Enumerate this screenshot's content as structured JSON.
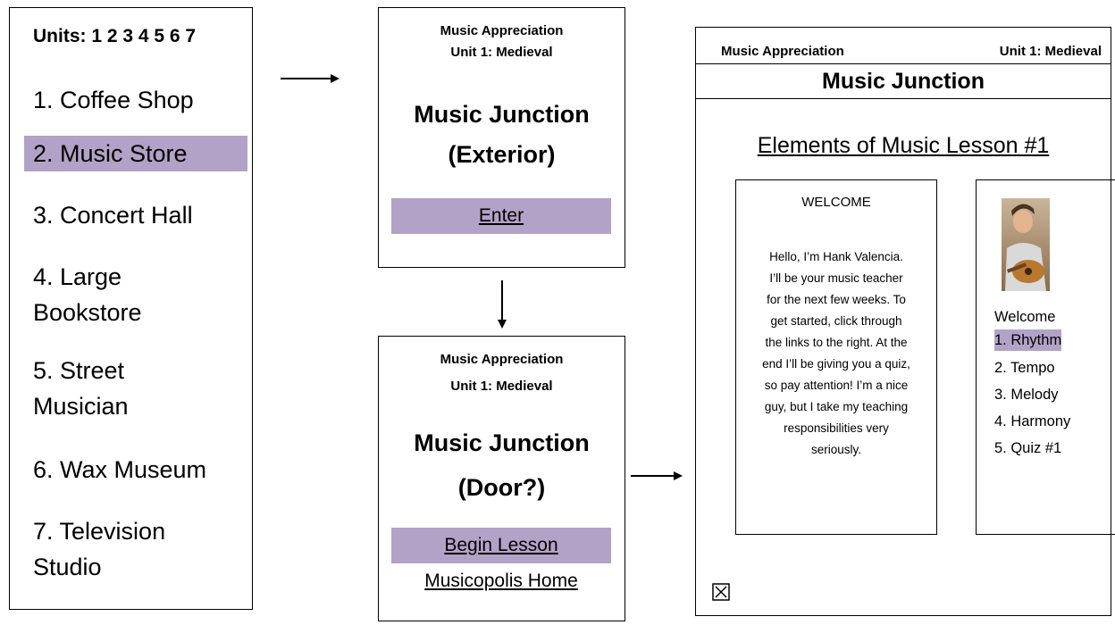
{
  "units_panel": {
    "header": "Units: 1 2 3 4 5 6 7",
    "items": [
      {
        "label": "1. Coffee Shop",
        "highlighted": false
      },
      {
        "label": "2. Music Store",
        "highlighted": true
      },
      {
        "label": "3. Concert Hall",
        "highlighted": false
      },
      {
        "label_line1": "4. Large",
        "label_line2": "Bookstore",
        "highlighted": false
      },
      {
        "label_line1": "5. Street",
        "label_line2": "Musician",
        "highlighted": false
      },
      {
        "label": "6. Wax Museum",
        "highlighted": false
      },
      {
        "label_line1": "7. Television",
        "label_line2": "Studio",
        "highlighted": false
      }
    ]
  },
  "exterior_screen": {
    "course": "Music Appreciation",
    "unit": "Unit 1: Medieval",
    "title_line1": "Music Junction",
    "title_line2": "(Exterior)",
    "enter_link": "Enter"
  },
  "door_screen": {
    "course": "Music Appreciation",
    "unit": "Unit 1: Medieval",
    "title_line1": "Music Junction",
    "title_line2": "(Door?)",
    "begin_link": "Begin Lesson",
    "home_link": "Musicopolis Home"
  },
  "lesson_screen": {
    "course": "Music Appreciation",
    "unit": "Unit 1: Medieval",
    "location": "Music Junction",
    "lesson_title": "Elements of Music Lesson #1",
    "welcome_heading": "WELCOME",
    "welcome_lines": [
      "Hello, I’m Hank Valencia.",
      "I’ll be your music teacher",
      "for the next few weeks.  To",
      "get started, click through",
      "the links to the right. At the",
      "end I’ll be giving you a quiz,",
      "so pay attention! I’m a nice",
      "guy, but I take my teaching",
      "responsibilities very",
      "seriously."
    ],
    "links": [
      {
        "label": "Welcome",
        "highlighted": false
      },
      {
        "label": "1. Rhythm",
        "highlighted": true
      },
      {
        "label": "2. Tempo",
        "highlighted": false
      },
      {
        "label": "3. Melody",
        "highlighted": false
      },
      {
        "label": "4. Harmony",
        "highlighted": false
      },
      {
        "label": "5. Quiz #1",
        "highlighted": false
      }
    ],
    "photo_icon": "teacher-photo",
    "close_icon": "close-box-icon"
  },
  "colors": {
    "highlight": "#b3a2c7",
    "border": "#000000"
  }
}
